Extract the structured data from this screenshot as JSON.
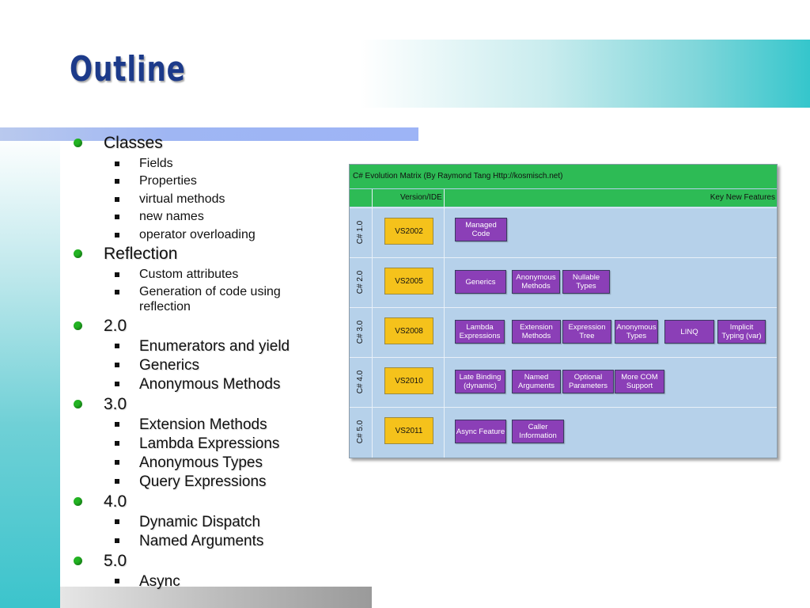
{
  "slide": {
    "title": "Outline"
  },
  "outline": [
    {
      "text": "Classes",
      "level": 1
    },
    {
      "text": "Fields",
      "level": 2
    },
    {
      "text": "Properties",
      "level": 2
    },
    {
      "text": "virtual methods",
      "level": 2
    },
    {
      "text": "new names",
      "level": 2
    },
    {
      "text": "operator overloading",
      "level": 2
    },
    {
      "text": "Reflection",
      "level": 1
    },
    {
      "text": "Custom attributes",
      "level": 2
    },
    {
      "text": "Generation of code using",
      "level": 2
    },
    {
      "text": "reflection",
      "level": 3
    },
    {
      "text": "2.0",
      "level": 1
    },
    {
      "text": "Enumerators and yield",
      "level": 2
    },
    {
      "text": "Generics",
      "level": 2
    },
    {
      "text": "Anonymous Methods",
      "level": 2
    },
    {
      "text": "3.0",
      "level": 1
    },
    {
      "text": "Extension Methods",
      "level": 2
    },
    {
      "text": "Lambda Expressions",
      "level": 2
    },
    {
      "text": "Anonymous Types",
      "level": 2
    },
    {
      "text": "Query Expressions",
      "level": 2
    },
    {
      "text": "4.0",
      "level": 1
    },
    {
      "text": "Dynamic Dispatch",
      "level": 2
    },
    {
      "text": "Named Arguments",
      "level": 2
    },
    {
      "text": "5.0",
      "level": 1
    },
    {
      "text": "Async",
      "level": 2
    }
  ],
  "matrix": {
    "title": "C# Evolution Matrix (By Raymond Tang Http://kosmisch.net)",
    "col_version": "Version/IDE",
    "col_features": "Key New Features",
    "rows": [
      {
        "label": "C# 1.0",
        "ide": "VS2002",
        "features": [
          "Managed Code"
        ]
      },
      {
        "label": "C# 2.0",
        "ide": "VS2005",
        "features": [
          "Generics",
          "Anonymous Methods",
          "Nullable Types"
        ]
      },
      {
        "label": "C# 3.0",
        "ide": "VS2008",
        "features": [
          "Lambda Expressions",
          "Extension Methods",
          "Expression Tree",
          "Anonymous Types",
          "LINQ",
          "Implicit Typing (var)"
        ]
      },
      {
        "label": "C# 4.0",
        "ide": "VS2010",
        "features": [
          "Late Binding (dynamic)",
          "Named Arguments",
          "Optional Parameters",
          "More COM Support"
        ]
      },
      {
        "label": "C# 5.0",
        "ide": "VS2011",
        "features": [
          "Async Feature",
          "Caller Information"
        ]
      }
    ],
    "colors": {
      "header": "#2dbb55",
      "body": "#b6d1ea",
      "ide_box": "#f5c21b",
      "feature_box": "#8b3fb7"
    }
  },
  "colors": {
    "title": "#1c3a8a",
    "bullet_l1": "#22b322"
  }
}
